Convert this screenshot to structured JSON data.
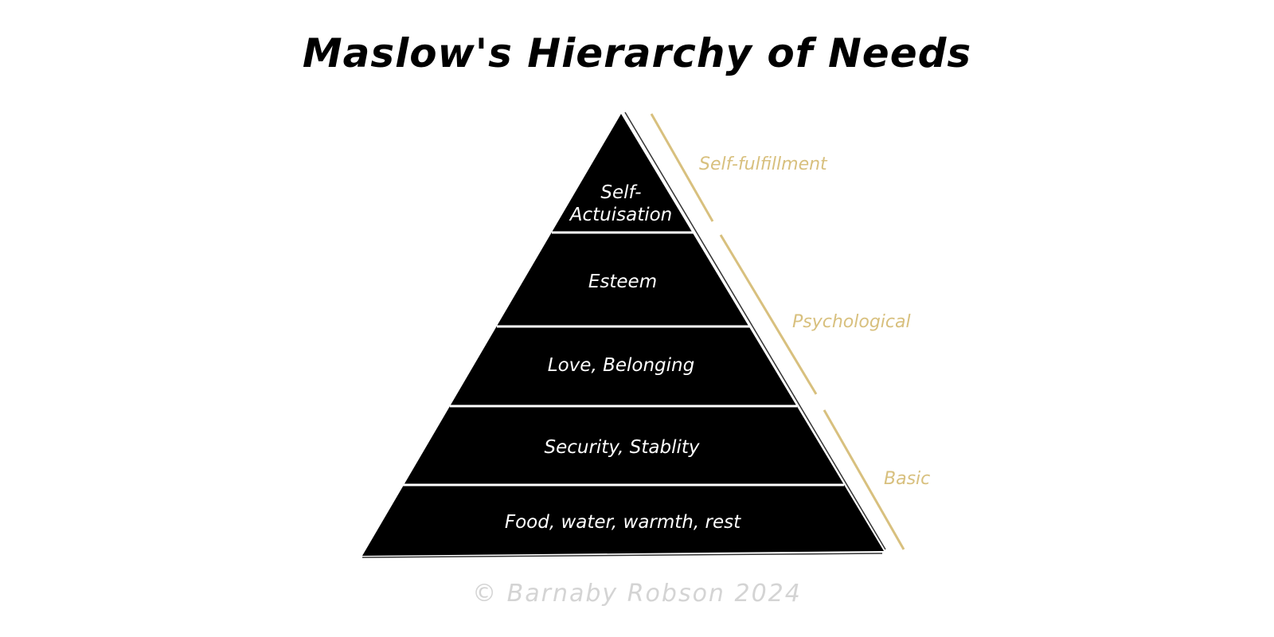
{
  "title": "Maslow's Hierarchy of Needs",
  "levels": [
    {
      "label_line1": "Self-",
      "label_line2": "Actuisation"
    },
    {
      "label": "Esteem"
    },
    {
      "label": "Love, Belonging"
    },
    {
      "label": "Security, Stablity"
    },
    {
      "label": "Food, water, warmth, rest"
    }
  ],
  "groups": [
    "Self-fulfillment",
    "Psychological",
    "Basic"
  ],
  "colors": {
    "pyramid": "#000000",
    "group": "#d8c07e",
    "copyright": "#d4d4d4"
  },
  "copyright": "© Barnaby Robson 2024"
}
